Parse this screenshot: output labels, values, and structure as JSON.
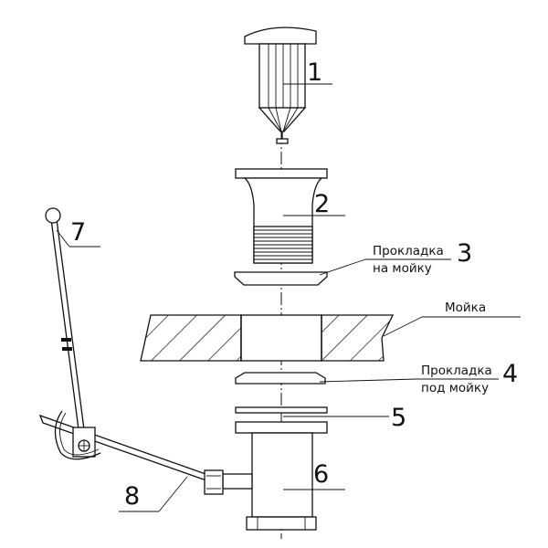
{
  "parts": [
    {
      "number": "1"
    },
    {
      "number": "2"
    },
    {
      "number": "3",
      "label_line1": "Прокладка",
      "label_line2": "на мойку"
    },
    {
      "number": "4",
      "label_line1": "Прокладка",
      "label_line2": "под мойку"
    },
    {
      "number": "5"
    },
    {
      "number": "6"
    },
    {
      "number": "7"
    },
    {
      "number": "8"
    }
  ],
  "sink_label": "Мойка"
}
